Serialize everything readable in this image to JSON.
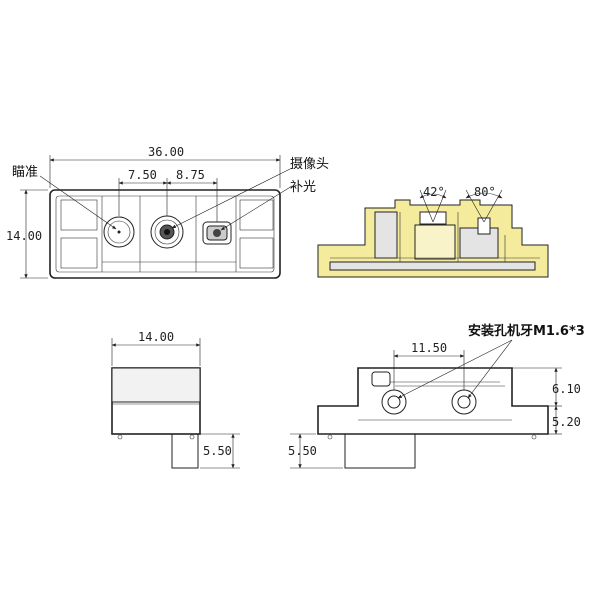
{
  "front_view": {
    "width": "36.00",
    "height": "14.00",
    "spacing_left": "7.50",
    "spacing_right": "8.75",
    "label_aimer": "瞄准",
    "label_camera": "摄像头",
    "label_fill_light": "补光"
  },
  "section_view": {
    "angle_left": "42°",
    "angle_right": "80°"
  },
  "side_view": {
    "width": "14.00",
    "stem_height": "5.50"
  },
  "bottom_view": {
    "hole_spacing": "11.50",
    "label_mount": "安装孔机牙M1.6*3",
    "height_upper": "6.10",
    "height_lower": "5.20",
    "stem_height": "5.50"
  }
}
